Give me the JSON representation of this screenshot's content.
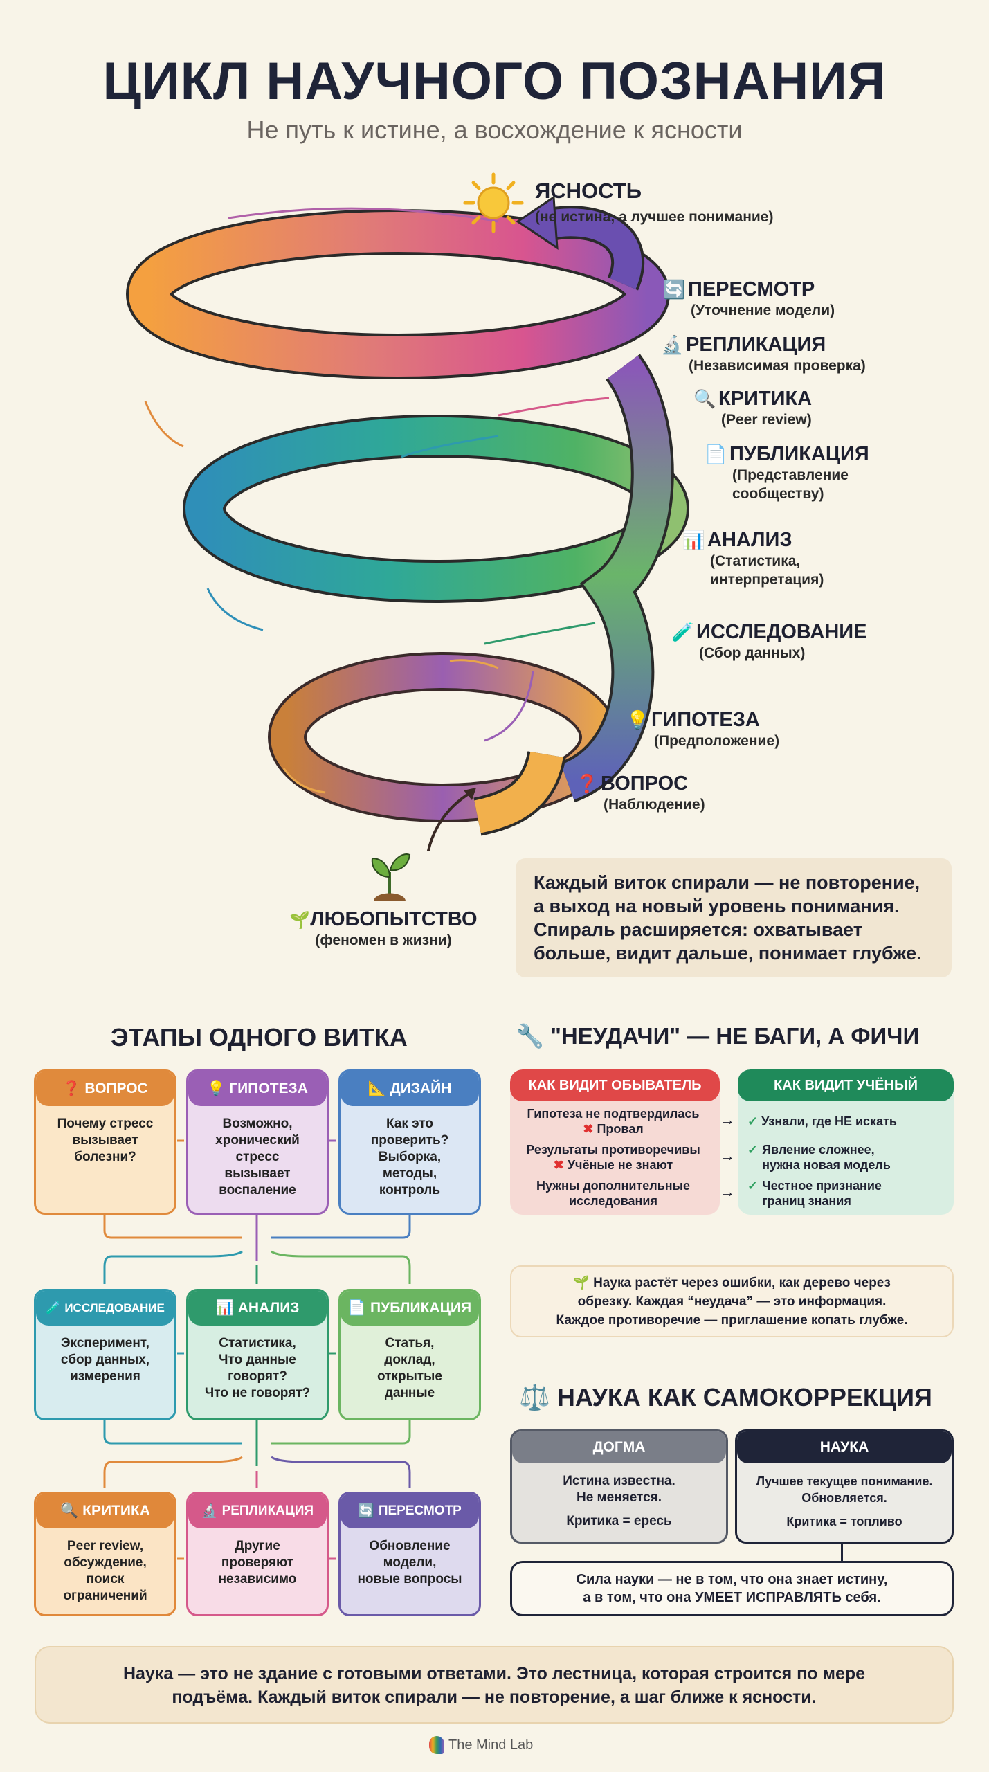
{
  "title": "ЦИКЛ НАУЧНОГО ПОЗНАНИЯ",
  "subtitle": "Не путь к истине, а восхождение к ясности",
  "spiral": {
    "top": {
      "label": "ЯСНОСТЬ",
      "sub": "(не истина, а лучшее понимание)",
      "icon": "sun-icon"
    },
    "stages": [
      {
        "label": "ПЕРЕСМОТР",
        "sub": "(Уточнение модели)",
        "icon": "🔄"
      },
      {
        "label": "РЕПЛИКАЦИЯ",
        "sub": "(Независимая проверка)",
        "icon": "🔬"
      },
      {
        "label": "КРИТИКА",
        "sub": "(Peer review)",
        "icon": "🔍"
      },
      {
        "label": "ПУБЛИКАЦИЯ",
        "sub": "(Представление\nсообществу)",
        "icon": "📄"
      },
      {
        "label": "АНАЛИЗ",
        "sub": "(Статистика,\nинтерпретация)",
        "icon": "📊"
      },
      {
        "label": "ИССЛЕДОВАНИЕ",
        "sub": "(Сбор данных)",
        "icon": "🧪"
      },
      {
        "label": "ГИПОТЕЗА",
        "sub": "(Предположение)",
        "icon": "💡"
      },
      {
        "label": "ВОПРОС",
        "sub": "(Наблюдение)",
        "icon": "❓"
      }
    ],
    "start": {
      "label": "ЛЮБОПЫТСТВО",
      "sub": "(феномен в жизни)",
      "icon": "🌱"
    },
    "note": "Каждый виток спирали — не повторение,\nа выход на новый уровень понимания.\nСпираль расширяется: охватывает\nбольше, видит дальше, понимает глубже."
  },
  "stages_section": {
    "title": "ЭТАПЫ ОДНОГО ВИТКА",
    "cards": [
      {
        "icon": "❓",
        "title": "ВОПРОС",
        "body": "Почему стресс\nвызывает\nболезни?",
        "color": "#e08a3c",
        "bg": "#fbe7c8"
      },
      {
        "icon": "💡",
        "title": "ГИПОТЕЗА",
        "body": "Возможно,\nхронический\nстресс\nвызывает\nвоспаление",
        "color": "#9a5fb5",
        "bg": "#eddcef"
      },
      {
        "icon": "📐",
        "title": "ДИЗАЙН",
        "body": "Как это\nпроверить?\nВыборка,\nметоды,\nконтроль",
        "color": "#4a7fc1",
        "bg": "#dce7f4"
      },
      {
        "icon": "🧪",
        "title": "ИССЛЕДОВАНИЕ",
        "body": "Эксперимент,\nсбор данных,\nизмерения",
        "color": "#2e9aae",
        "bg": "#d8ecef"
      },
      {
        "icon": "📊",
        "title": "АНАЛИЗ",
        "body": "Статистика,\nЧто данные\nговорят?\nЧто не говорят?",
        "color": "#2f9a6c",
        "bg": "#d7eee2"
      },
      {
        "icon": "📄",
        "title": "ПУБЛИКАЦИЯ",
        "body": "Статья,\nдоклад,\nоткрытые\nданные",
        "color": "#6bb561",
        "bg": "#e0f0d9"
      },
      {
        "icon": "🔍",
        "title": "КРИТИКА",
        "body": "Peer review,\nобсуждение,\nпоиск\nограничений",
        "color": "#e0883a",
        "bg": "#fbe4c5"
      },
      {
        "icon": "🔬",
        "title": "РЕПЛИКАЦИЯ",
        "body": "Другие\nпроверяют\nнезависимо",
        "color": "#d5598a",
        "bg": "#f8dce7"
      },
      {
        "icon": "🔄",
        "title": "ПЕРЕСМОТР",
        "body": "Обновление\nмодели,\nновые вопросы",
        "color": "#6a5aa8",
        "bg": "#dedaee"
      }
    ]
  },
  "failures": {
    "title": "\"НЕУДАЧИ\" — НЕ БАГИ, А ФИЧИ",
    "layman_header": "КАК ВИДИТ ОБЫВАТЕЛЬ",
    "scientist_header": "КАК ВИДИТ УЧЁНЫЙ",
    "rows": [
      {
        "layman": "Гипотеза не подтвердилась",
        "verdict": "Провал",
        "scientist": "Узнали, где НЕ искать"
      },
      {
        "layman": "Результаты противоречивы",
        "verdict": "Учёные не знают",
        "scientist": "Явление сложнее,\nнужна новая модель"
      },
      {
        "layman": "Нужны дополнительные\nисследования",
        "verdict": null,
        "scientist": "Честное признание\nграниц знания"
      }
    ],
    "note": "Наука растёт через ошибки, как дерево через\nобрезку. Каждая “неудача” — это информация.\nКаждое противоречие — приглашение копать глубже."
  },
  "selfcorrection": {
    "title": "НАУКА КАК САМОКОРРЕКЦИЯ",
    "dogma": {
      "header": "ДОГМА",
      "body": "Истина известна.\nНе меняется.",
      "critique": "Критика = ересь"
    },
    "science": {
      "header": "НАУКА",
      "body": "Лучшее текущее понимание.\nОбновляется.",
      "critique": "Критика = топливо"
    },
    "strength": "Сила науки — не в том, что она знает истину,\nа в том, что она УМЕЕТ ИСПРАВЛЯТЬ себя."
  },
  "footer": {
    "text": "Наука — это не здание с готовыми ответами. Это лестница, которая строится по мере\nподъёма. Каждый виток спирали — не повторение, а шаг ближе к ясности.",
    "brand": "The Mind Lab"
  }
}
